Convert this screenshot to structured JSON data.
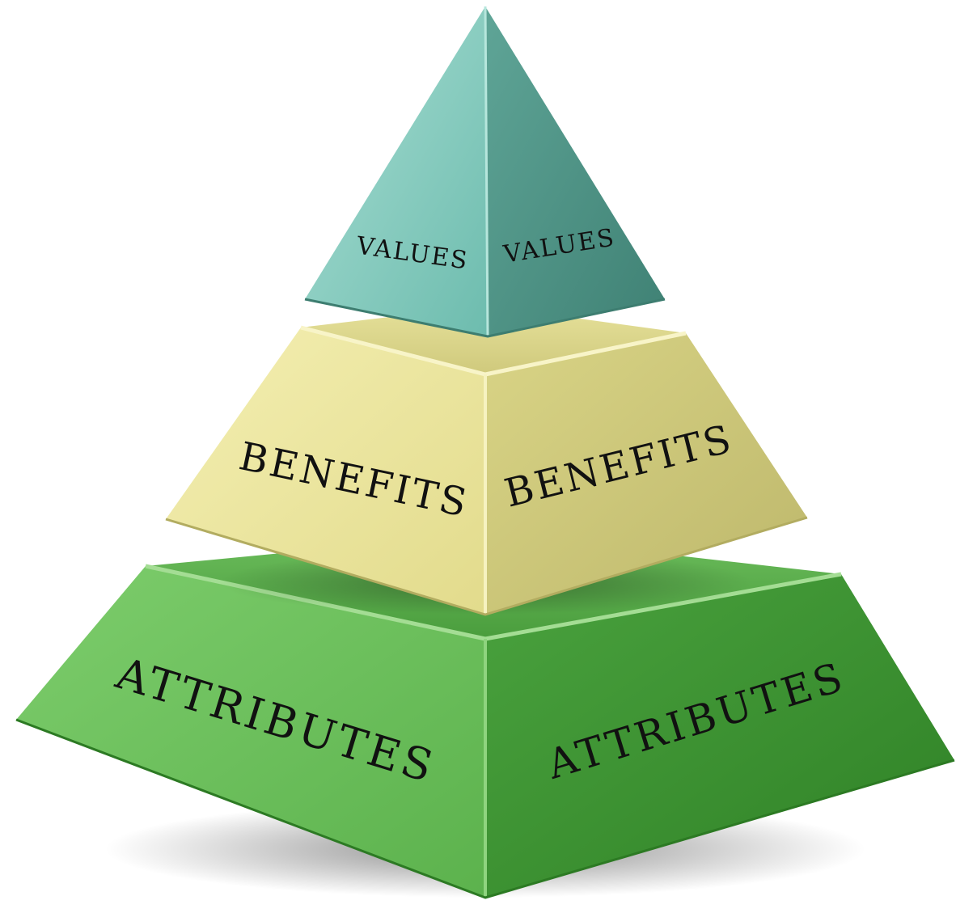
{
  "diagram": {
    "tiers": [
      {
        "id": "values",
        "left_label": "VALUES",
        "right_label": "VALUES",
        "colors": {
          "left": "#7cc6b8",
          "right": "#4e9184",
          "edge": "#a9dccf"
        }
      },
      {
        "id": "benefits",
        "left_label": "BENEFITS",
        "right_label": "BENEFITS",
        "colors": {
          "left": "#ebe59a",
          "right": "#c9c477",
          "top": "#dcd78a",
          "edge": "#f3eeb6"
        }
      },
      {
        "id": "attributes",
        "left_label": "ATTRIBUTES",
        "right_label": "ATTRIBUTES",
        "colors": {
          "left": "#67bd58",
          "right": "#3b9331",
          "top": "#58ab49",
          "edge": "#83cf72"
        }
      }
    ]
  }
}
